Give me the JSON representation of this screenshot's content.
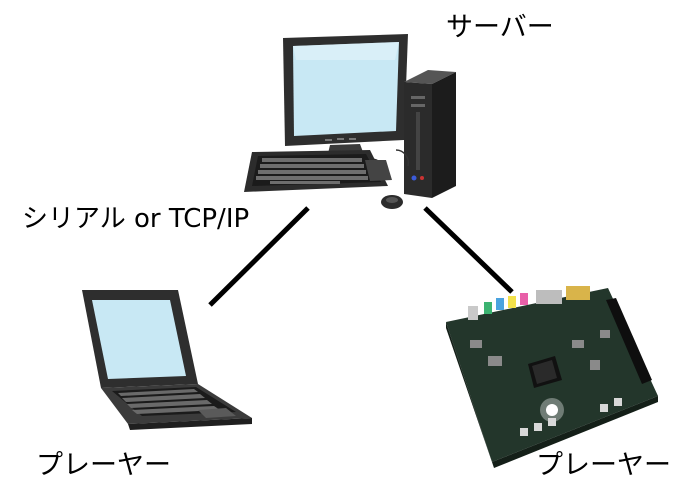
{
  "diagram": {
    "nodes": {
      "server": {
        "label": "サーバー",
        "icon": "desktop-computer-icon"
      },
      "player_left": {
        "label": "プレーヤー",
        "icon": "laptop-icon"
      },
      "player_right": {
        "label": "プレーヤー",
        "icon": "fpga-board-icon"
      }
    },
    "connection_label": "シリアル or TCP/IP",
    "edges": [
      {
        "from": "server",
        "to": "player_left"
      },
      {
        "from": "server",
        "to": "player_right"
      }
    ],
    "colors": {
      "line": "#000000",
      "screen": "#c8e8f4",
      "device_body": "#2e2e2e",
      "board": "#23362b"
    }
  }
}
